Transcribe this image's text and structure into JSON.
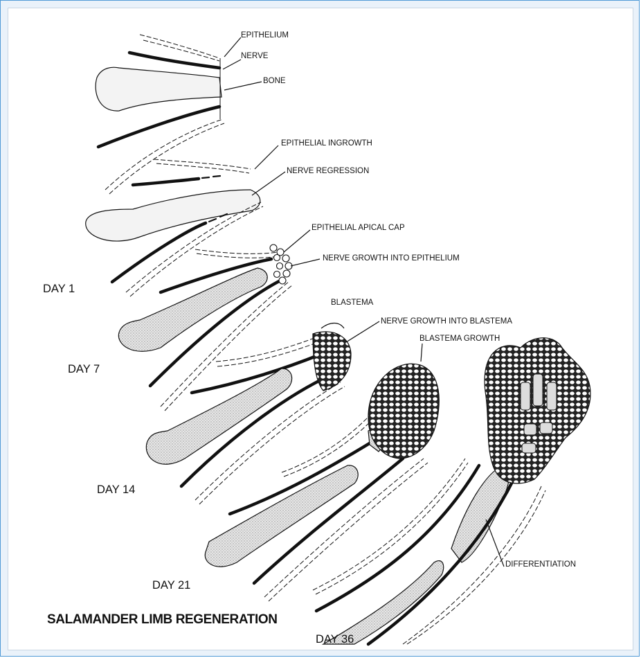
{
  "labels": {
    "epithelium": "EPITHELIUM",
    "nerve": "NERVE",
    "bone": "BONE",
    "epithelial_ingrowth": "EPITHELIAL INGROWTH",
    "nerve_regression": "NERVE REGRESSION",
    "epithelial_apical_cap": "EPITHELIAL APICAL CAP",
    "nerve_growth_into_epithelium": "NERVE GROWTH INTO EPITHELIUM",
    "blastema": "BLASTEMA",
    "nerve_growth_into_blastema": "NERVE GROWTH INTO BLASTEMA",
    "blastema_growth": "BLASTEMA GROWTH",
    "differentiation": "DIFFERENTIATION"
  },
  "days": {
    "day1": "DAY 1",
    "day7": "DAY 7",
    "day14": "DAY 14",
    "day21": "DAY 21",
    "day36": "DAY 36"
  },
  "title": "SALAMANDER LIMB REGENERATION",
  "colors": {
    "frame_border": "#4f9ad6",
    "frame_background": "#eaf2fa",
    "ink": "#111111"
  }
}
